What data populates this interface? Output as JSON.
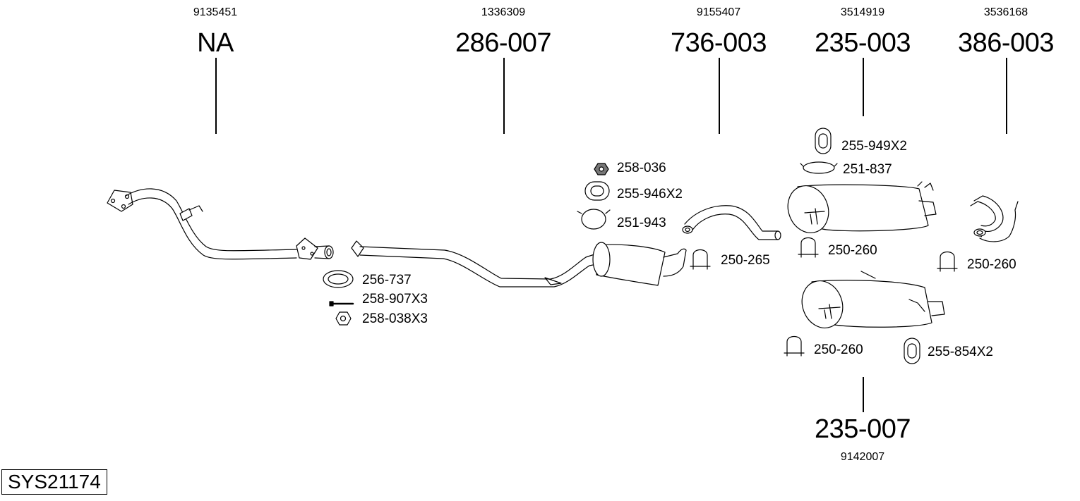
{
  "system": {
    "code": "SYS21174"
  },
  "main_parts": [
    {
      "oe": "9135451",
      "pn": "NA"
    },
    {
      "oe": "1336309",
      "pn": "286-007"
    },
    {
      "oe": "9155407",
      "pn": "736-003"
    },
    {
      "oe": "3514919",
      "pn": "235-003"
    },
    {
      "oe": "3536168",
      "pn": "386-003"
    },
    {
      "oe": "9142007",
      "pn": "235-007"
    }
  ],
  "accessories": [
    {
      "label": "256-737",
      "icon": "flange-gasket-icon"
    },
    {
      "label": "258-907X3",
      "icon": "bolt-icon"
    },
    {
      "label": "258-038X3",
      "icon": "nut-icon"
    },
    {
      "label": "258-036",
      "icon": "nut-icon"
    },
    {
      "label": "255-946X2",
      "icon": "rubber-mount-icon"
    },
    {
      "label": "251-943",
      "icon": "clamp-icon"
    },
    {
      "label": "250-265",
      "icon": "u-clamp-icon"
    },
    {
      "label": "255-949X2",
      "icon": "rubber-mount-icon"
    },
    {
      "label": "251-837",
      "icon": "clamp-icon"
    },
    {
      "label": "250-260",
      "icon": "u-clamp-icon"
    },
    {
      "label": "250-260",
      "icon": "u-clamp-icon"
    },
    {
      "label": "250-260",
      "icon": "u-clamp-icon"
    },
    {
      "label": "255-854X2",
      "icon": "rubber-mount-icon"
    }
  ]
}
